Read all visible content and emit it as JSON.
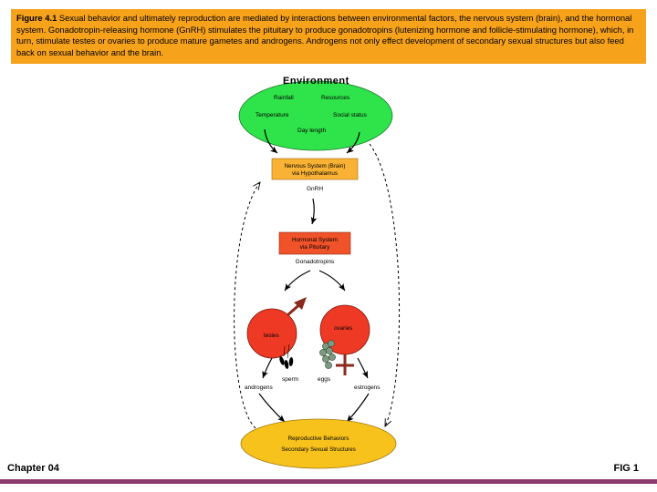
{
  "caption": {
    "label": "Figure 4.1",
    "text": "Sexual behavior and ultimately reproduction are mediated by interactions between environmental factors, the nervous system (brain), and the hormonal system. Gonadotropin-releasing hormone (GnRH) stimulates the pituitary to produce gonadotropins (lutenizing hormone and follicle-stimulating hormone), which, in turn, stimulate testes or ovaries to produce mature gametes and androgens. Androgens not only effect development of secondary sexual structures but also feed back on sexual behavior and the brain."
  },
  "diagram": {
    "environment_title": "Environment",
    "environment_items": {
      "rainfall": "Rainfall",
      "resources": "Resources",
      "temperature": "Temperature",
      "social_status": "Social status",
      "day_length": "Day length"
    },
    "nervous_system": {
      "line1": "Nervous System (Brain)",
      "line2": "via Hypothalamus"
    },
    "gnrh": "GnRH",
    "hormonal_system": {
      "line1": "Hormonal System",
      "line2": "via Pituitary"
    },
    "gonadotropins": "Gonadotropins",
    "testes": "testes",
    "ovaries": "ovaries",
    "sperm": "sperm",
    "eggs": "eggs",
    "androgens": "androgens",
    "estrogens": "estrogens",
    "reproductive": {
      "line1": "Reproductive Behaviors",
      "line2": "Secondary Sexual Structures"
    },
    "colors": {
      "environment": "#2fe34a",
      "nervous_box": "#f9b233",
      "hormonal_box": "#f0522a",
      "gonads": "#ee3a25",
      "reproductive": "#f8c21c",
      "symbol": "#8b2a1e"
    }
  },
  "footer": {
    "chapter": "Chapter 04",
    "fig": "FIG 1"
  }
}
